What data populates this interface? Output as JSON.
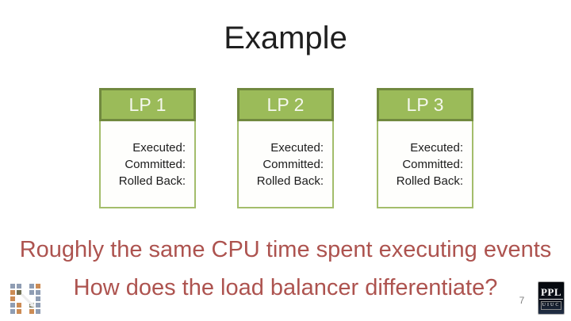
{
  "slide": {
    "title": "Example",
    "page_number": "7"
  },
  "lp_boxes": [
    {
      "header": "LP 1",
      "line1": "Executed:",
      "line2": "Committed:",
      "line3": "Rolled Back:"
    },
    {
      "header": "LP 2",
      "line1": "Executed:",
      "line2": "Committed:",
      "line3": "Rolled Back:"
    },
    {
      "header": "LP 3",
      "line1": "Executed:",
      "line2": "Committed:",
      "line3": "Rolled Back:"
    }
  ],
  "messages": {
    "line1": "Roughly the same CPU time spent executing events",
    "line2": "How does the load balancer differentiate?"
  },
  "logo": {
    "line1": "PPL",
    "line2": "UIUC"
  },
  "colors": {
    "box_header_fill": "#9bbb59",
    "box_header_border": "#71893f",
    "box_body_border": "#a3bd6b",
    "message_text": "#ad534f",
    "title_text": "#1f1f1f",
    "header_text": "#f5f8ee",
    "page_number_text": "#828282",
    "logo_background": "#0a0f18"
  },
  "icons": {
    "load_balance_grid": {
      "name": "load-balance-grid-icon",
      "pattern": [
        "BB.BO",
        "OD.BB",
        "O...B",
        "BO.DB",
        "BO.OB"
      ],
      "orange": "#cc8c55",
      "slate": "#8f9db3",
      "dark": "#6f6f52",
      "arrow": "#ededed"
    }
  }
}
